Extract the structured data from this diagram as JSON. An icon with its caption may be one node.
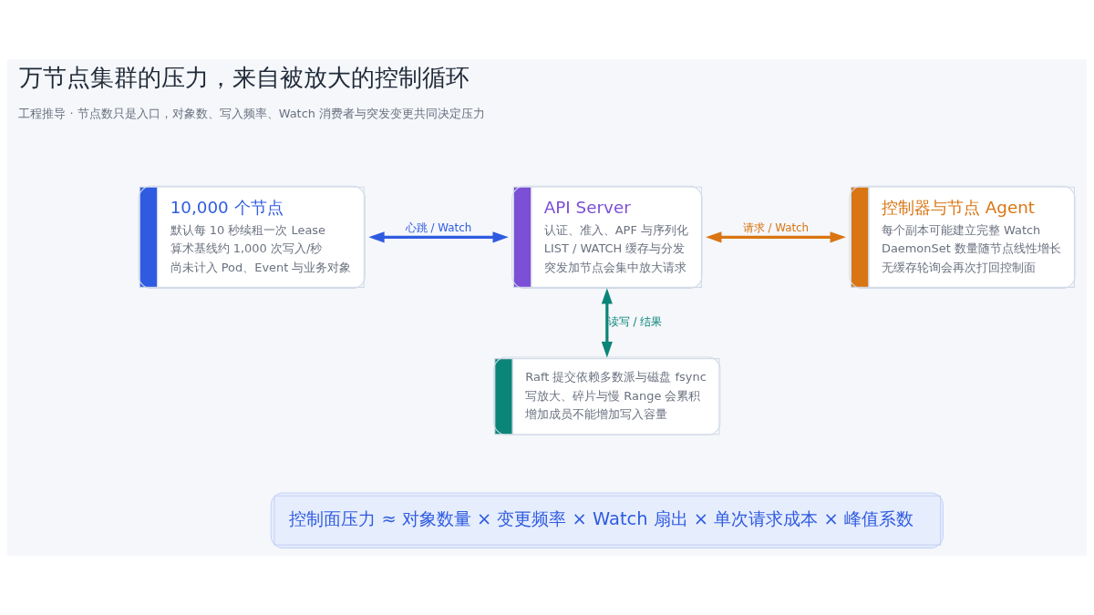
{
  "diagram": {
    "title": "万节点集群的压力，来自被放大的控制循环",
    "nodes": [
      {
        "text": [
          "10,000 个节点",
          "默认每 10 秒续租一次 Lease",
          "算术基线约 1,000 次写入/秒",
          "尚未计入 Pod、Event 与业务对象"
        ]
      },
      {
        "text": [
          "API Server",
          "认证、准入、APF 与序列化",
          "LIST / WATCH 缓存与分发",
          "突发加节点会集中放大请求"
        ]
      },
      {
        "text": [
          "控制器与节点 Agent",
          "每个副本可能建立完整 Watch",
          "DaemonSet 数量随节点线性增长",
          "无缓存轮询会再次打回控制面"
        ]
      },
      {
        "text": [
          "Raft 提交依赖多数派与磁盘 fsync",
          "写放大、碎片与慢 Range 会累积",
          "增加成员不能增加写入容量"
        ]
      },
      {
        "text": [
          "控制面压力 ≈ 对象数量 × 变更频率 × Watch 扇出 × 单次请求成本 × 峰值系数"
        ]
      }
    ],
    "edges": [
      {
        "from": 0,
        "to": 1,
        "arrow": "both",
        "label": "心跳 / Watch",
        "color": "#2f5be0"
      },
      {
        "from": 1,
        "to": 2,
        "arrow": "both",
        "label": "请求 / Watch",
        "color": "#d97512"
      },
      {
        "from": 1,
        "to": 3,
        "arrow": "both",
        "label": "读写 / 结果",
        "color": "#0b8577"
      }
    ],
    "labels": [
      "工程推导 · 节点数只是入口，对象数、写入频率、Watch 消费者与突发变更共同决定压力"
    ]
  }
}
